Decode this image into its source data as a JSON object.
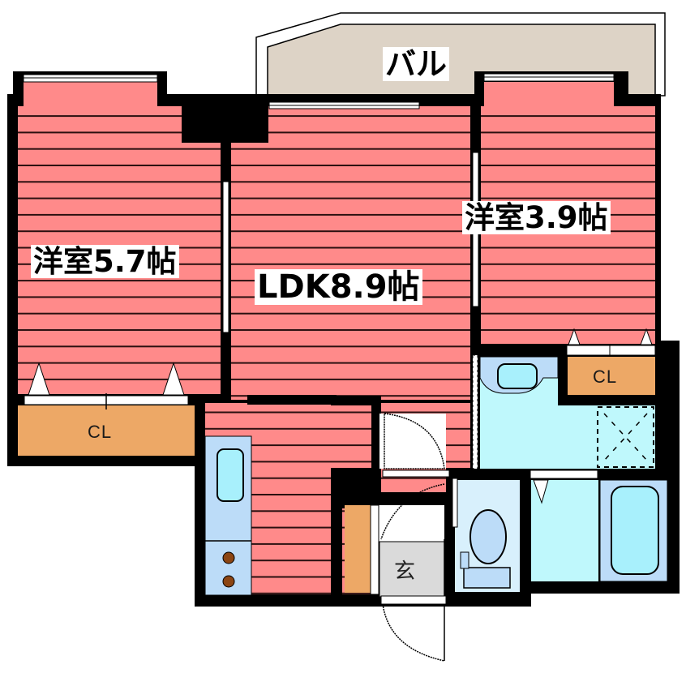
{
  "floor_plan": {
    "title": "2LDK floor plan",
    "colors": {
      "wall": "#000000",
      "flooring": "#ff8a8a",
      "flooring_line": "#2a1010",
      "balcony": "#ddd3c6",
      "closet": "#eda866",
      "wet_area": "#bff8fc",
      "fixture_blue": "#bcdcf8",
      "fixture_cyan": "#a8f0fc",
      "entrance": "#dadada",
      "toilet_room": "#d8f0fc",
      "burner": "#8b4513"
    },
    "rooms": [
      {
        "id": "western-room-1",
        "label": "洋室5.7帖",
        "type": "洋室",
        "size_jo": 5.7
      },
      {
        "id": "ldk",
        "label": "LDK8.9帖",
        "type": "LDK",
        "size_jo": 8.9
      },
      {
        "id": "western-room-2",
        "label": "洋室3.9帖",
        "type": "洋室",
        "size_jo": 3.9
      },
      {
        "id": "balcony",
        "label": "バル"
      },
      {
        "id": "closet-1",
        "label": "CL"
      },
      {
        "id": "closet-2",
        "label": "CL"
      },
      {
        "id": "entrance",
        "label": "玄"
      }
    ],
    "fixtures": [
      {
        "id": "kitchen-sink",
        "type": "sink"
      },
      {
        "id": "kitchen-stove",
        "type": "stove",
        "burners": 2
      },
      {
        "id": "washbasin",
        "type": "vanity"
      },
      {
        "id": "washing-machine-space",
        "type": "laundry-pan"
      },
      {
        "id": "toilet",
        "type": "toilet"
      },
      {
        "id": "bathtub",
        "type": "bathtub"
      },
      {
        "id": "shoe-cabinet",
        "type": "cabinet"
      }
    ]
  }
}
